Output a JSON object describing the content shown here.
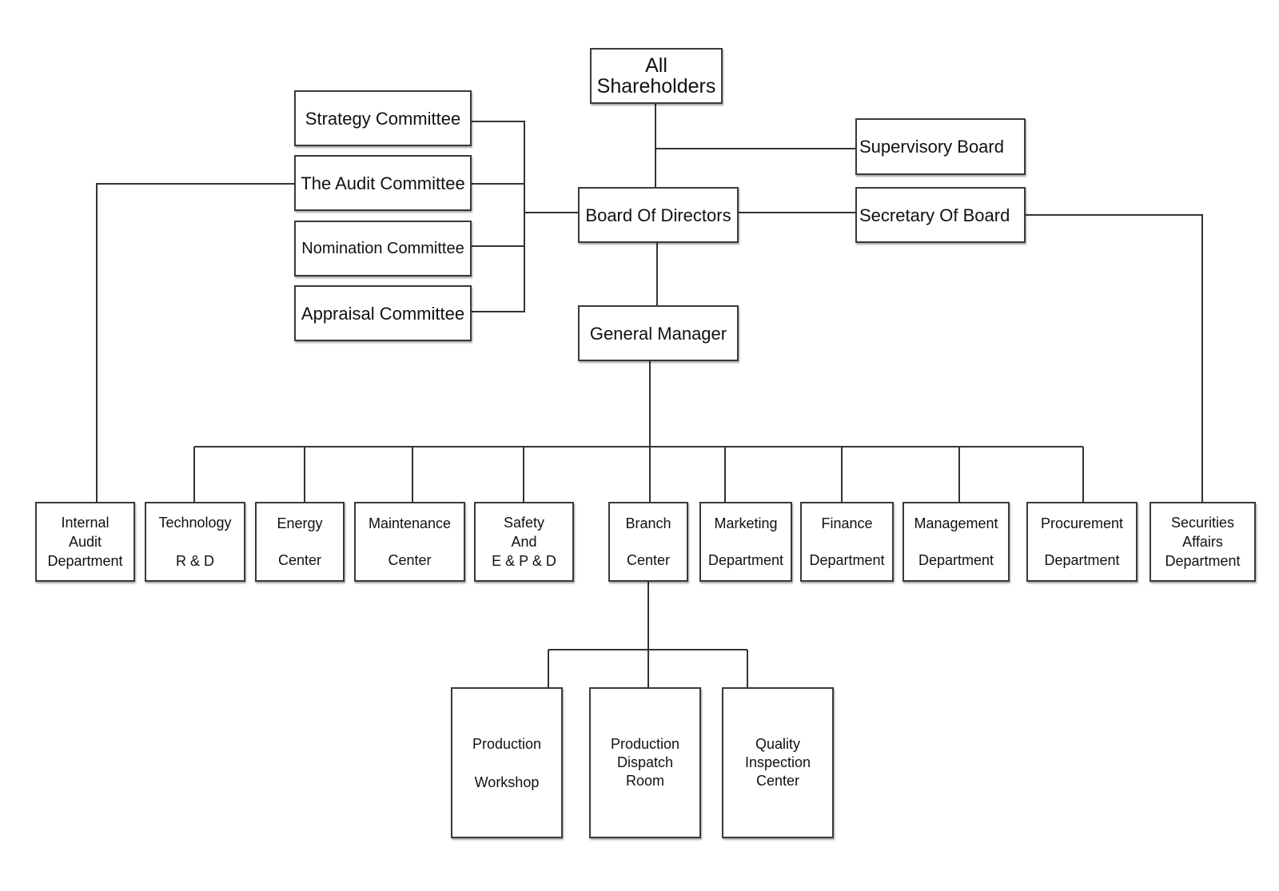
{
  "nodes": {
    "shareholders": "All\nShareholders",
    "supervisory_board": "Supervisory Board",
    "board_of_directors": "Board Of Directors",
    "secretary_of_board": "Secretary Of Board",
    "general_manager": "General Manager",
    "strategy_committee": "Strategy Committee",
    "audit_committee": "The Audit Committee",
    "nomination_committee": "Nomination Committee",
    "appraisal_committee": "Appraisal Committee",
    "internal_audit": "Internal\nAudit\nDepartment",
    "technology_rd": "Technology\nR & D",
    "energy_center": "Energy\nCenter",
    "maintenance_center": "Maintenance\nCenter",
    "safety_ep": "Safety\nAnd\nE & P & D",
    "branch_center": "Branch\nCenter",
    "marketing_department": "Marketing\nDepartment",
    "finance_department": "Finance\nDepartment",
    "management_department": "Management\nDepartment",
    "procurement_department": "Procurement\nDepartment",
    "securities_affairs": "Securities\nAffairs\nDepartment",
    "production_workshop": "Production\nWorkshop",
    "production_dispatch": "Production\nDispatch\nRoom",
    "quality_inspection": "Quality\nInspection\nCenter"
  }
}
